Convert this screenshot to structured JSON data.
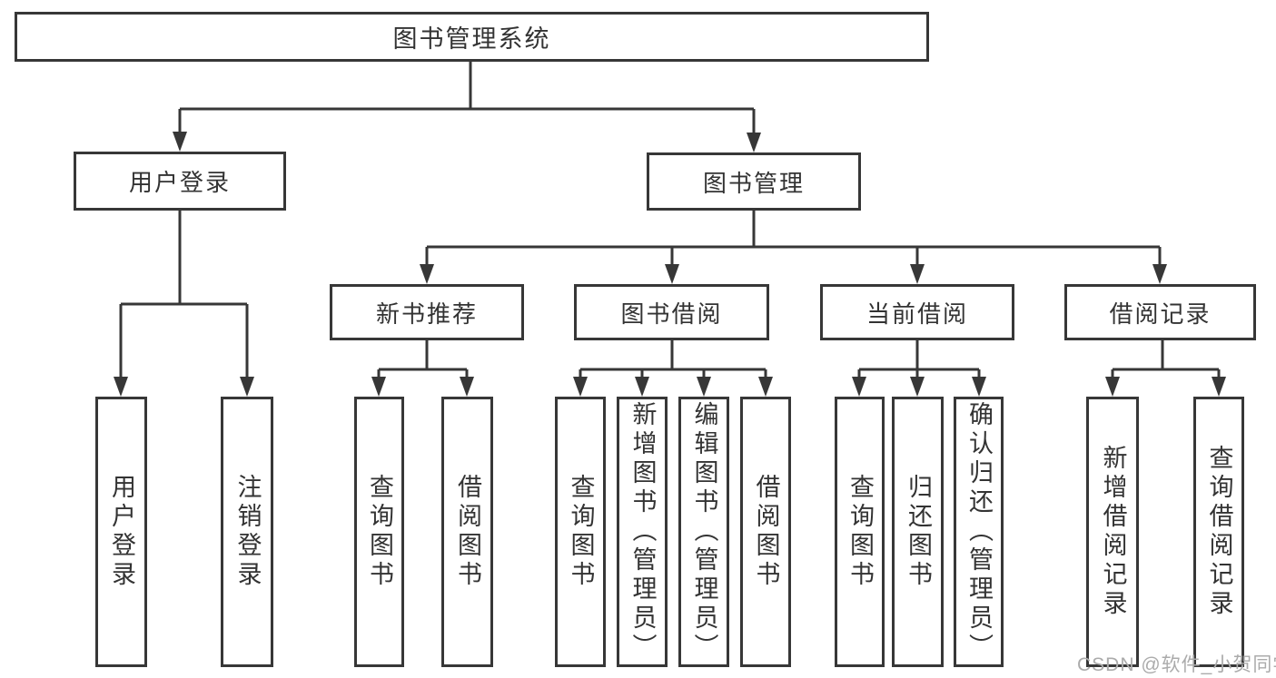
{
  "title": "图书管理系统",
  "watermark": "CSDN @软件_小贺同学",
  "colors": {
    "line": "#373737",
    "border": "#373737",
    "text": "#333333",
    "background": "#ffffff",
    "watermark": "#ababab"
  },
  "tree": {
    "label": "图书管理系统",
    "children": [
      {
        "label": "用户登录",
        "children": [
          {
            "label": "用户登录"
          },
          {
            "label": "注销登录"
          }
        ]
      },
      {
        "label": "图书管理",
        "children": [
          {
            "label": "新书推荐",
            "children": [
              {
                "label": "查询图书"
              },
              {
                "label": "借阅图书"
              }
            ]
          },
          {
            "label": "图书借阅",
            "children": [
              {
                "label": "查询图书"
              },
              {
                "label": "新增图书（管理员）"
              },
              {
                "label": "编辑图书（管理员）"
              },
              {
                "label": "借阅图书"
              }
            ]
          },
          {
            "label": "当前借阅",
            "children": [
              {
                "label": "查询图书"
              },
              {
                "label": "归还图书"
              },
              {
                "label": "确认归还（管理员）"
              }
            ]
          },
          {
            "label": "借阅记录",
            "children": [
              {
                "label": "新增借阅记录"
              },
              {
                "label": "查询借阅记录"
              }
            ]
          }
        ]
      }
    ]
  }
}
